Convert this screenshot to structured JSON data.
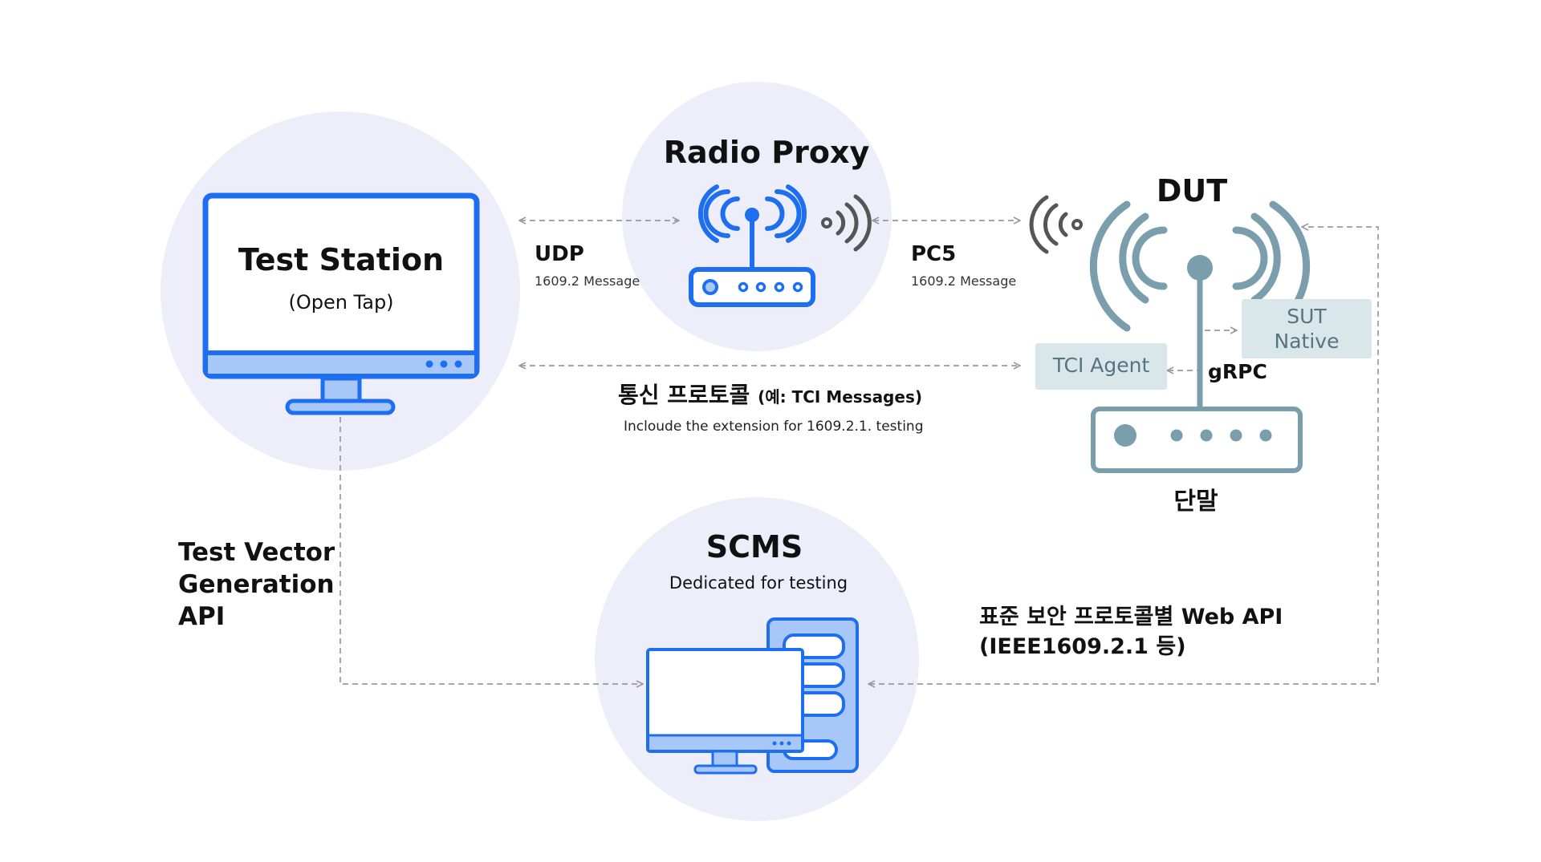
{
  "nodes": {
    "test_station": {
      "title": "Test Station",
      "subtitle": "(Open Tap)"
    },
    "radio_proxy": {
      "title": "Radio Proxy"
    },
    "dut": {
      "title": "DUT",
      "caption": "단말"
    },
    "tci_agent": {
      "label": "TCI Agent"
    },
    "sut_native": {
      "line1": "SUT",
      "line2": "Native"
    },
    "scms": {
      "title": "SCMS",
      "subtitle": "Dedicated for testing"
    }
  },
  "links": {
    "udp": {
      "label": "UDP",
      "sublabel": "1609.2 Message"
    },
    "pc5": {
      "label": "PC5",
      "sublabel": "1609.2 Message"
    },
    "comm_protocol": {
      "label": "통신 프로토콜",
      "example": "(예: TCI Messages)",
      "sublabel": "Incloude the extension for 1609.2.1. testing"
    },
    "grpc": {
      "label": "gRPC"
    },
    "test_vector_api": {
      "line1": "Test Vector",
      "line2": "Generation",
      "line3": "API"
    },
    "web_api": {
      "line1": "표준 보안 프로토콜별 Web API",
      "line2": "(IEEE1609.2.1 등)"
    }
  },
  "colors": {
    "node_circle": "#EEEEFB",
    "blue": "#1E6FF0",
    "blue_light": "#A7C7F8",
    "slate": "#7A9EAC",
    "slate_box": "#D9E6EA",
    "slate_text": "#577481",
    "dashed_line": "#999999",
    "text": "#111111"
  }
}
